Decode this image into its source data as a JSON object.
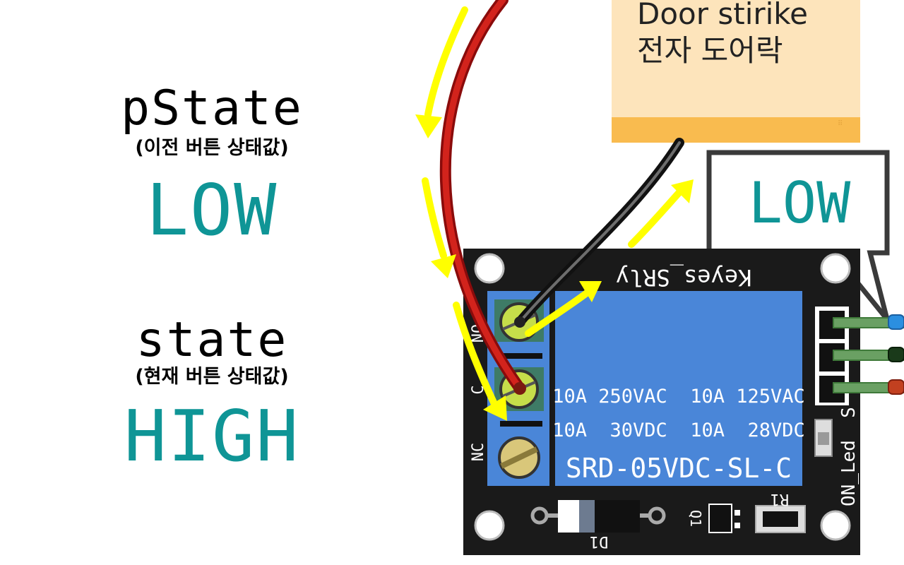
{
  "left_panel": {
    "prev_state": {
      "name": "pState",
      "desc": "(이전 버튼 상태값)",
      "value": "LOW"
    },
    "curr_state": {
      "name": "state",
      "desc": "(현재 버튼 상태값)",
      "value": "HIGH"
    }
  },
  "note": {
    "line1": "Door stirike",
    "line2": "전자 도어락"
  },
  "bubble": {
    "value": "LOW"
  },
  "relay": {
    "brand": "Keyes_SRly",
    "rating1": "10A 250VAC  10A 125VAC",
    "rating2": "10A  30VDC  10A  28VDC",
    "model": "SRD-05VDC-SL-C",
    "term_no": "NO",
    "term_c": "C",
    "term_nc": "NC",
    "led_label": "ON_Led",
    "pin_s": "S",
    "diode_label": "D1",
    "transistor_label": "Q1",
    "resistor_label": "R1"
  },
  "colors": {
    "value_teal": "#0f9596",
    "arrow_yellow": "#ffff00",
    "relay_blue": "#4a86d8",
    "note_bg": "#fde4bb",
    "note_bar": "#f9bb4f"
  }
}
